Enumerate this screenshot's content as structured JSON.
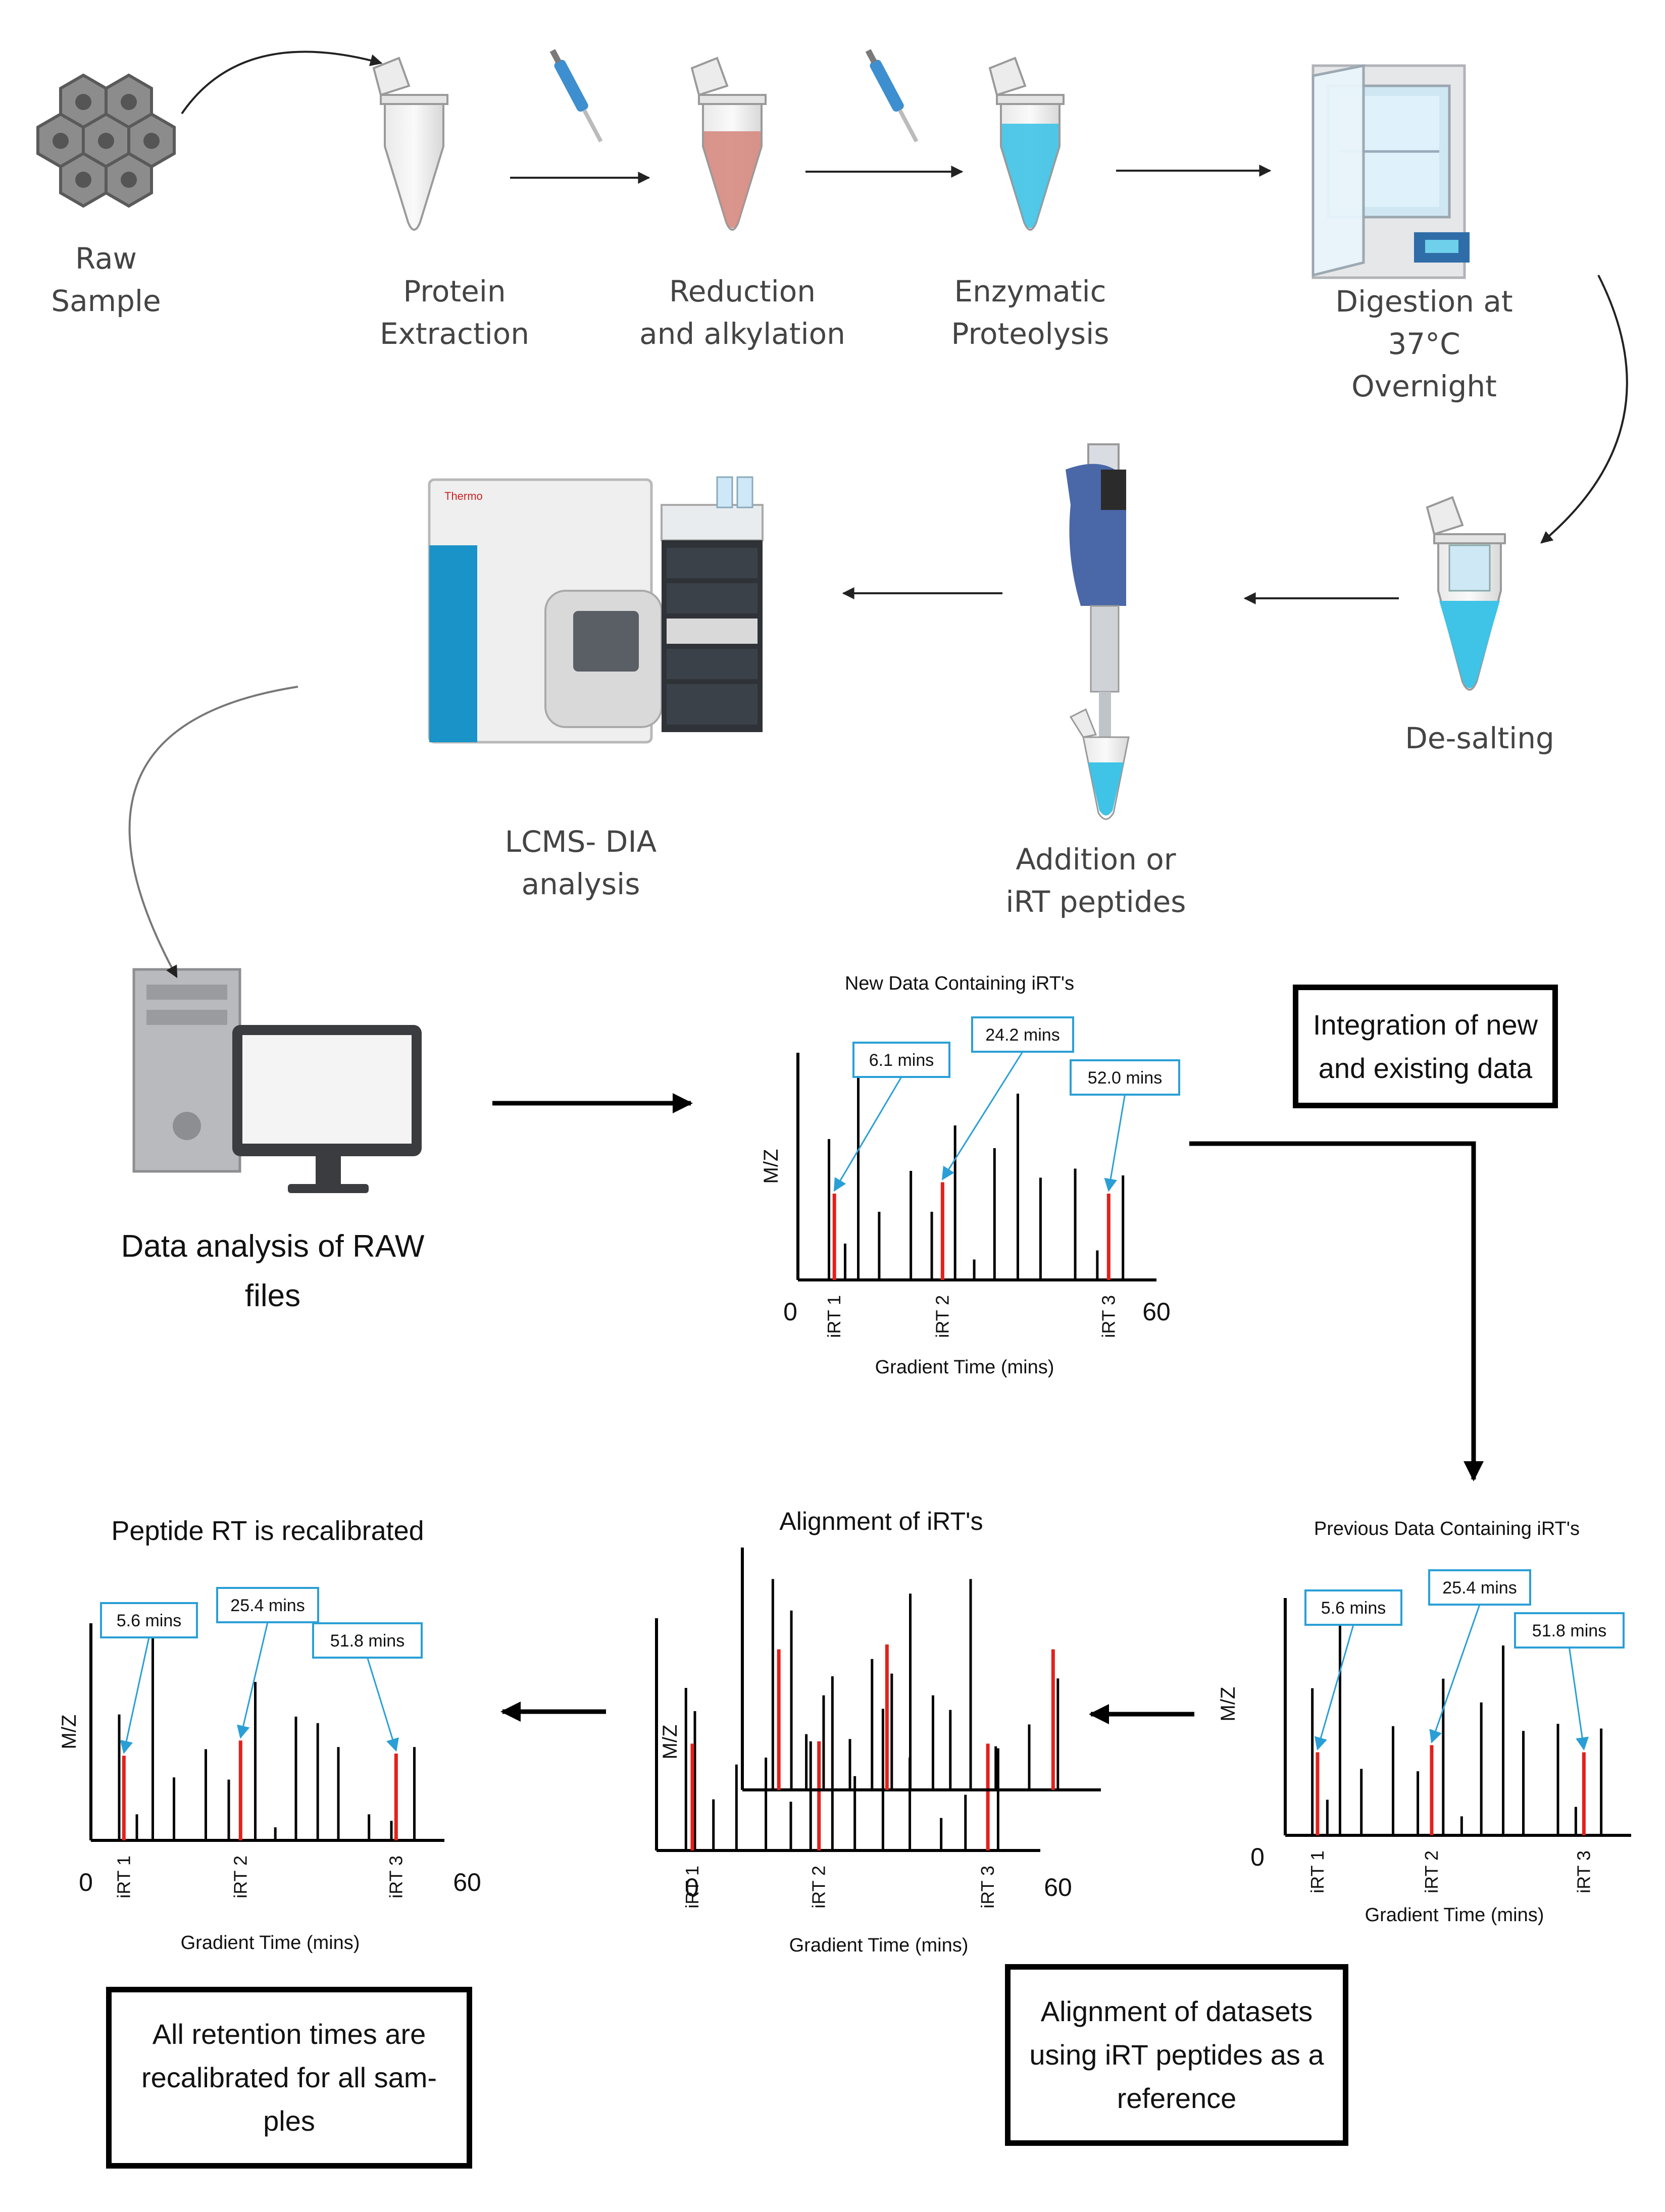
{
  "steps": {
    "raw_sample": [
      "Raw",
      "Sample"
    ],
    "protein_extraction": [
      "Protein",
      "Extraction"
    ],
    "reduction": [
      "Reduction",
      "and alkylation"
    ],
    "proteolysis": [
      "Enzymatic",
      "Proteolysis"
    ],
    "digestion": [
      "Digestion at",
      "37°C",
      "Overnight"
    ],
    "desalting": [
      "De-salting"
    ],
    "irt_addition": [
      "Addition or",
      "iRT peptides"
    ],
    "lcms": [
      "LCMS- DIA",
      "analysis"
    ],
    "data_analysis": [
      "Data analysis of RAW",
      "files"
    ]
  },
  "boxes": {
    "integration": [
      "Integration of new",
      "and existing data"
    ],
    "alignment_datasets": [
      "Alignment of datasets",
      "using iRT peptides as a",
      "reference"
    ],
    "recalibrated_all": [
      "All retention times are",
      "recalibrated for all sam-",
      "ples"
    ]
  },
  "instrument_brand": "Thermo",
  "colors": {
    "irt_marker": "#e3211c",
    "callout_border": "#2a9fd6",
    "tube_red": "#d68a80",
    "tube_blue": "#3fc3e6",
    "instrument_teal": "#1a93c9"
  },
  "chart_data": [
    {
      "type": "bar",
      "id": "new",
      "title": "New Data Containing iRT's",
      "xlabel": "Gradient Time (mins)",
      "ylabel": "M/Z",
      "xlim": [
        0,
        60
      ],
      "tick_labels": [
        "0",
        "60"
      ],
      "irt_labels": [
        "iRT 1",
        "iRT 2",
        "iRT 3"
      ],
      "callouts": [
        "6.1 mins",
        "24.2 mins",
        "52.0 mins"
      ],
      "irt_x": [
        6.1,
        24.2,
        52.0
      ],
      "irt_y": [
        0.38,
        0.43,
        0.38
      ],
      "peaks": [
        [
          5.2,
          0.62
        ],
        [
          7.9,
          0.16
        ],
        [
          10.1,
          0.98
        ],
        [
          13.6,
          0.3
        ],
        [
          18.9,
          0.48
        ],
        [
          22.4,
          0.3
        ],
        [
          26.3,
          0.68
        ],
        [
          29.5,
          0.09
        ],
        [
          32.9,
          0.58
        ],
        [
          36.8,
          0.82
        ],
        [
          40.6,
          0.45
        ],
        [
          46.4,
          0.49
        ],
        [
          50.1,
          0.13
        ],
        [
          54.4,
          0.46
        ]
      ]
    },
    {
      "type": "bar",
      "id": "previous",
      "title": "Previous Data Containing iRT's",
      "xlabel": "Gradient Time (mins)",
      "ylabel": "M/Z",
      "xlim": [
        0,
        60
      ],
      "tick_labels": [
        "0"
      ],
      "irt_labels": [
        "iRT 1",
        "iRT 2",
        "iRT 3"
      ],
      "callouts": [
        "5.6 mins",
        "25.4 mins",
        "51.8 mins"
      ],
      "irt_x": [
        5.6,
        25.4,
        51.8
      ],
      "irt_y": [
        0.35,
        0.38,
        0.35
      ],
      "peaks": [
        [
          4.7,
          0.62
        ],
        [
          7.3,
          0.15
        ],
        [
          9.5,
          0.97
        ],
        [
          13.2,
          0.28
        ],
        [
          18.7,
          0.46
        ],
        [
          23.0,
          0.27
        ],
        [
          27.4,
          0.66
        ],
        [
          30.6,
          0.08
        ],
        [
          34.0,
          0.56
        ],
        [
          37.8,
          0.8
        ],
        [
          41.3,
          0.44
        ],
        [
          47.3,
          0.47
        ],
        [
          50.4,
          0.12
        ],
        [
          54.8,
          0.45
        ]
      ]
    },
    {
      "type": "bar",
      "id": "recalibrated",
      "title": "Peptide RT is recalibrated",
      "xlabel": "Gradient Time (mins)",
      "ylabel": "M/Z",
      "xlim": [
        0,
        60
      ],
      "tick_labels": [
        "0",
        "60"
      ],
      "irt_labels": [
        "iRT 1",
        "iRT 2",
        "iRT 3"
      ],
      "callouts": [
        "5.6 mins",
        "25.4 mins",
        "51.8 mins"
      ],
      "irt_x": [
        5.6,
        25.4,
        51.8
      ],
      "irt_y": [
        0.39,
        0.46,
        0.4
      ],
      "peaks": [
        [
          4.8,
          0.58
        ],
        [
          7.8,
          0.12
        ],
        [
          10.5,
          0.98
        ],
        [
          14.1,
          0.29
        ],
        [
          19.5,
          0.42
        ],
        [
          23.4,
          0.28
        ],
        [
          27.9,
          0.73
        ],
        [
          31.3,
          0.06
        ],
        [
          34.8,
          0.57
        ],
        [
          38.5,
          0.54
        ],
        [
          42.0,
          0.43
        ],
        [
          47.2,
          0.12
        ],
        [
          51.0,
          0.09
        ],
        [
          54.9,
          0.43
        ]
      ]
    },
    {
      "type": "bar",
      "id": "alignment",
      "title": "Alignment of iRT's",
      "xlabel": "Gradient Time (mins)",
      "ylabel": "M/Z",
      "xlim": [
        0,
        60
      ],
      "tick_labels": [
        "0",
        "60"
      ],
      "irt_labels": [
        "iRT 1",
        "iRT 2",
        "iRT 3"
      ],
      "front": {
        "irt_x": [
          6.1,
          24.2,
          52.0
        ],
        "irt_y": [
          0.58,
          0.6,
          0.58
        ],
        "peaks": [
          [
            5.1,
            0.87
          ],
          [
            8.2,
            0.74
          ],
          [
            10.7,
            0.23
          ],
          [
            13.6,
            0.39
          ],
          [
            18.0,
            0.21
          ],
          [
            21.7,
            0.54
          ],
          [
            25.0,
            0.48
          ],
          [
            28.1,
            0.81
          ],
          [
            31.9,
            0.39
          ],
          [
            34.8,
            0.33
          ],
          [
            38.2,
            0.87
          ],
          [
            42.4,
            0.18
          ],
          [
            48.0,
            0.27
          ],
          [
            52.8,
            0.46
          ]
        ]
      },
      "back": {
        "irt_x": [
          5.6,
          25.4,
          51.8
        ],
        "irt_y": [
          0.46,
          0.47,
          0.46
        ],
        "peaks": [
          [
            4.6,
            0.7
          ],
          [
            6.0,
            0.6
          ],
          [
            8.9,
            0.22
          ],
          [
            12.5,
            0.37
          ],
          [
            17.1,
            0.4
          ],
          [
            21.0,
            0.21
          ],
          [
            24.1,
            0.47
          ],
          [
            27.5,
            0.75
          ],
          [
            31.0,
            0.32
          ],
          [
            35.4,
            0.61
          ],
          [
            39.6,
            0.4
          ],
          [
            44.5,
            0.14
          ],
          [
            48.3,
            0.24
          ],
          [
            53.4,
            0.44
          ]
        ]
      }
    }
  ]
}
